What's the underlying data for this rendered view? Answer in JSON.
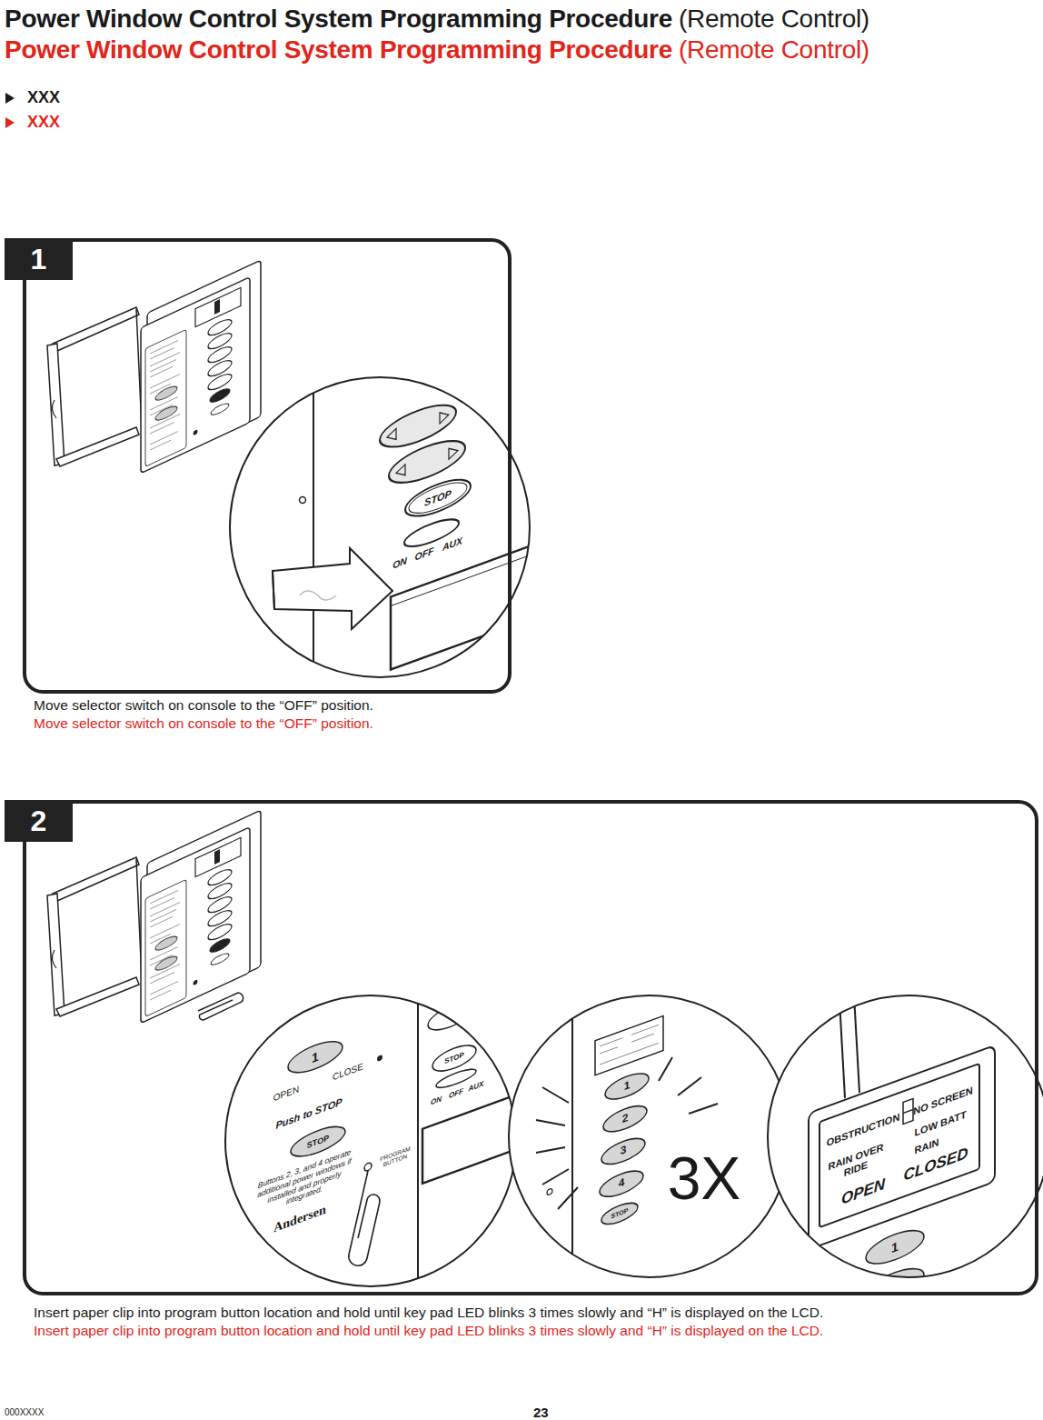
{
  "diagram": {
    "title": "Power Window Control System Programming Procedure",
    "nodes": [
      {
        "text": [
          "1"
        ]
      },
      {
        "text": [
          "2"
        ]
      }
    ],
    "labels": [
      "(Remote Control)",
      "Power Window Control System Programming Procedure",
      "(Remote Control)",
      "XXX",
      "XXX",
      "STOP",
      "ON",
      "OFF",
      "AUX",
      "Move selector switch on console to the “OFF” position.",
      "Move selector switch on console to the “OFF” position.",
      "1",
      "OPEN",
      "CLOSE",
      "Push to STOP",
      "STOP",
      "Buttons 2, 3, and 4 operate additional power windows if installed and properly integrated.",
      "Andersen",
      "PROGRAM BUTTON",
      "STOP",
      "ON",
      "OFF",
      "AUX",
      "1",
      "2",
      "3",
      "4",
      "STOP",
      "3X",
      "OBSTRUCTION",
      "NO SCREEN",
      "RAIN OVER RIDE",
      "LOW BATT",
      "RAIN",
      "OPEN",
      "CLOSED",
      "1",
      "Insert paper clip into program button location and hold until key pad LED blinks 3 times slowly and “H” is displayed on the LCD.",
      "Insert paper clip into program button location and hold until key pad LED blinks 3 times slowly and “H” is displayed on the LCD.",
      "000XXXX",
      "23"
    ]
  }
}
